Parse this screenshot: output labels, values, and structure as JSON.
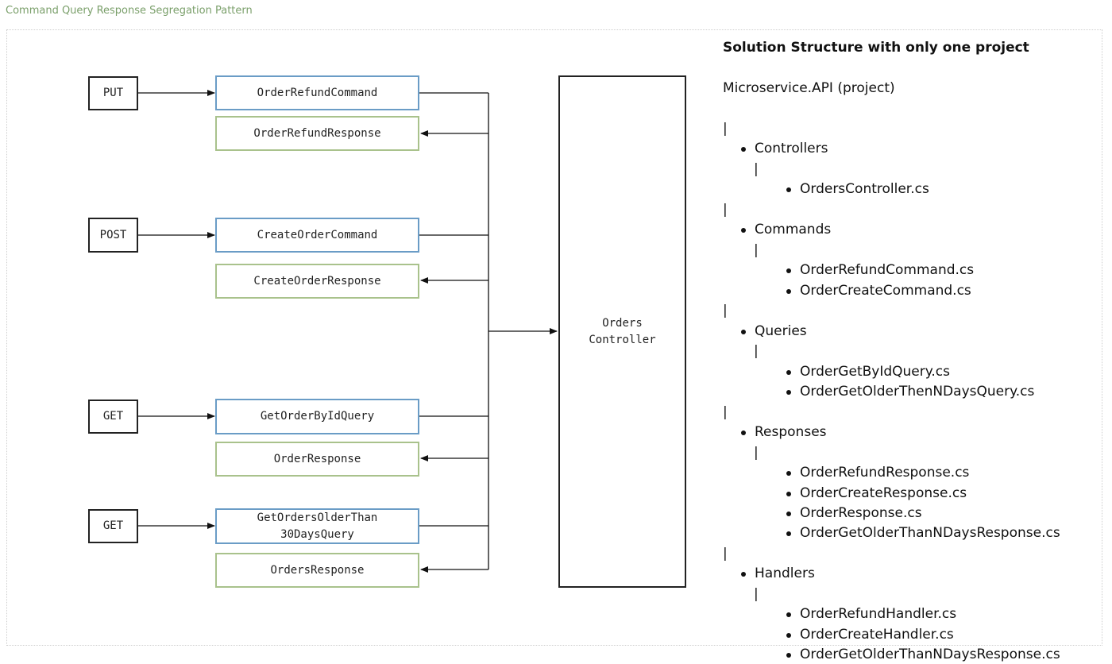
{
  "page_title": "Command Query Response Segregation Pattern",
  "diagram": {
    "verbs": [
      "PUT",
      "POST",
      "GET",
      "GET"
    ],
    "commands": [
      "OrderRefundCommand",
      "CreateOrderCommand",
      "GetOrderByIdQuery",
      "GetOrdersOlderThan\n30DaysQuery"
    ],
    "responses": [
      "OrderRefundResponse",
      "CreateOrderResponse",
      "OrderResponse",
      "OrdersResponse"
    ],
    "controller": "Orders\nController"
  },
  "structure": {
    "heading": "Solution Structure with only one project",
    "project": "Microservice.API (project)",
    "separator": "|",
    "folders": [
      {
        "name": "Controllers",
        "files": [
          "OrdersController.cs"
        ]
      },
      {
        "name": "Commands",
        "files": [
          "OrderRefundCommand.cs",
          "OrderCreateCommand.cs"
        ]
      },
      {
        "name": "Queries",
        "files": [
          "OrderGetByIdQuery.cs",
          "OrderGetOlderThenNDaysQuery.cs"
        ]
      },
      {
        "name": "Responses",
        "files": [
          "OrderRefundResponse.cs",
          "OrderCreateResponse.cs",
          "OrderResponse.cs",
          "OrderGetOlderThanNDaysResponse.cs"
        ]
      },
      {
        "name": "Handlers",
        "files": [
          "OrderRefundHandler.cs",
          "OrderCreateHandler.cs",
          "OrderGetOlderThanNDaysResponse.cs"
        ]
      }
    ]
  }
}
